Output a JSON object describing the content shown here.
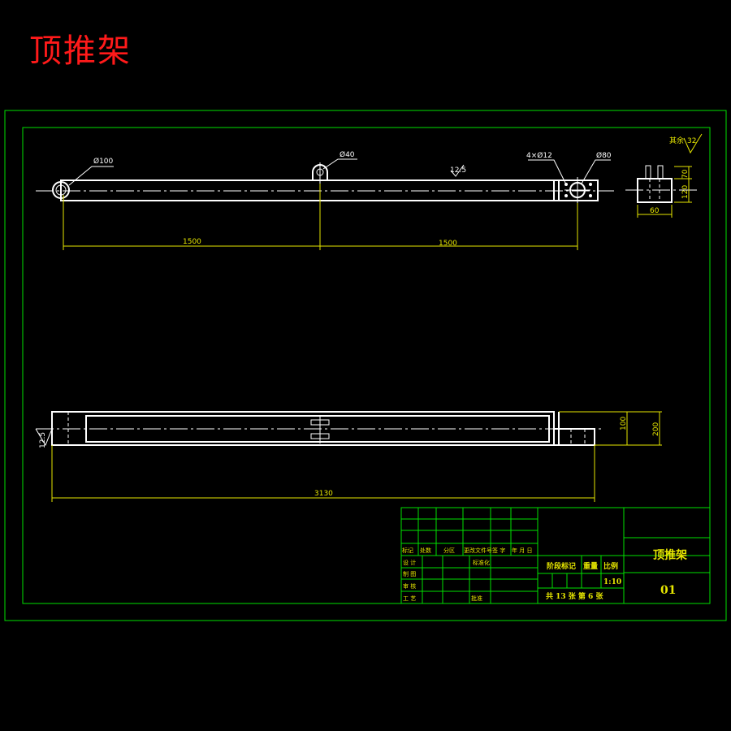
{
  "title": "顶推架",
  "dims": {
    "d100": "Ø100",
    "d40": "Ø40",
    "holes": "4×Ø12",
    "d80": "Ø80",
    "rough": "12.5",
    "rough2": "12.5",
    "len1": "1500",
    "len2": "1500",
    "len_total": "3130",
    "h100": "100",
    "h200": "200",
    "v70": "70",
    "v120": "120",
    "w60": "60",
    "rest": "其余",
    "rest_val": "32"
  },
  "title_block": {
    "name": "顶推架",
    "drawing_no": "01",
    "scale_label": "比例",
    "scale": "1:10",
    "weight_label": "重量",
    "stage_label": "阶段标记",
    "sheets": "共  13 张  第   6 张",
    "rev_headers": [
      "标记",
      "处数",
      "分区",
      "更改文件号",
      "签 字",
      "年  月  日"
    ],
    "roles": [
      "设 计",
      "制 图",
      "审 核",
      "工 艺"
    ],
    "std_label": "标准化",
    "approve_label": "批准"
  }
}
